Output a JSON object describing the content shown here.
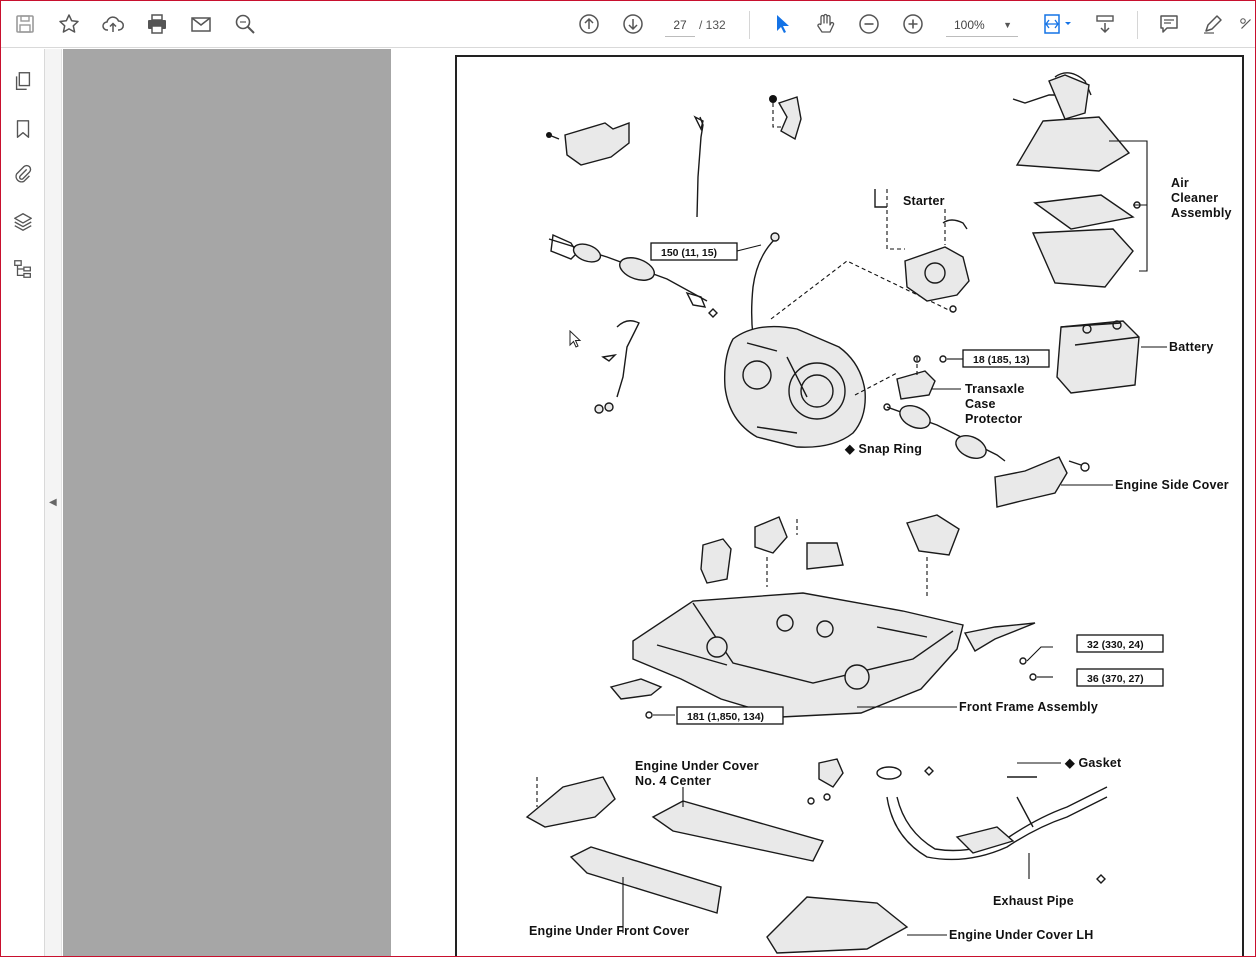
{
  "toolbar": {
    "page_current": "27",
    "page_total": "/ 132",
    "zoom": "100%",
    "icons": [
      "save-icon",
      "star-icon",
      "cloud-upload-icon",
      "print-icon",
      "mail-icon",
      "zoom-search-icon",
      "page-up-icon",
      "page-down-icon",
      "select-cursor-icon",
      "hand-tool-icon",
      "zoom-out-icon",
      "zoom-in-icon",
      "fit-page-icon",
      "scroll-mode-icon",
      "comment-icon",
      "pen-icon",
      "more-tools-icon"
    ],
    "accent_color": "#1473e6"
  },
  "leftnav": {
    "icons": [
      "pages-icon",
      "bookmark-icon",
      "attachment-icon",
      "layers-icon",
      "structure-icon"
    ]
  },
  "diagram": {
    "labels": {
      "starter": "Starter",
      "air_cleaner_1": "Air",
      "air_cleaner_2": "Cleaner",
      "air_cleaner_3": "Assembly",
      "battery": "Battery",
      "transaxle_1": "Transaxle",
      "transaxle_2": "Case",
      "transaxle_3": "Protector",
      "snap_ring": "◆ Snap Ring",
      "engine_side_cover": "Engine Side Cover",
      "front_frame": "Front Frame Assembly",
      "under_cover_center_1": "Engine Under Cover",
      "under_cover_center_2": "No. 4 Center",
      "gasket": "◆ Gasket",
      "exhaust_pipe": "Exhaust Pipe",
      "under_front_cover": "Engine Under Front Cover",
      "under_cover_lh": "Engine Under Cover LH"
    },
    "torques": {
      "t1": "150 (11, 15)",
      "t2": "18 (185, 13)",
      "t3": "32 (330, 24)",
      "t4": "36 (370, 27)",
      "t5": "181 (1,850, 134)"
    }
  }
}
